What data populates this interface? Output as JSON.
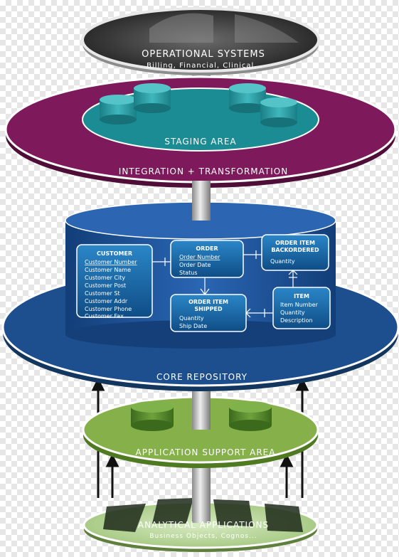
{
  "colors": {
    "operational": "#dcdcdc",
    "staging_outer": "#7e1a5c",
    "staging_inner": "#1b8c94",
    "core": "#1d4f8f",
    "core_cylinder": "#1f5aa6",
    "support": "#86b04a",
    "support_db": "#4d7a26",
    "analytical": "#b8d69a",
    "pole": "#bdbdbd",
    "entity_box": "#1d6da8"
  },
  "operational_systems": {
    "title": "OPERATIONAL SYSTEMS",
    "subtitle": "Billing, Financial, Clinical..."
  },
  "staging_area": {
    "label": "STAGING AREA"
  },
  "integration": {
    "label": "INTEGRATION + TRANSFORMATION"
  },
  "core_repository": {
    "label": "CORE REPOSITORY"
  },
  "application_support_area": {
    "label": "APPLICATION SUPPORT AREA"
  },
  "analytical_applications": {
    "title": "ANALYTICAL APPLICATIONS",
    "subtitle": "Business Objects, Cognos..."
  },
  "entities": {
    "customer": {
      "title": "CUSTOMER",
      "fields": [
        "Customer Number",
        "Customer Name",
        "Customer City",
        "Customer Post",
        "Customer St",
        "Customer Addr",
        "Customer Phone",
        "Customer Fax"
      ]
    },
    "order": {
      "title": "ORDER",
      "fields": [
        "Order Number",
        "Order Date",
        "Status"
      ]
    },
    "order_item_backordered": {
      "title_line1": "ORDER ITEM",
      "title_line2": "BACKORDERED",
      "fields": [
        "Quantity"
      ]
    },
    "order_item_shipped": {
      "title_line1": "ORDER ITEM",
      "title_line2": "SHIPPED",
      "fields": [
        "Quantity",
        "Ship Date"
      ]
    },
    "item": {
      "title": "ITEM",
      "fields": [
        "Item Number",
        "Quantity",
        "Description"
      ]
    }
  }
}
